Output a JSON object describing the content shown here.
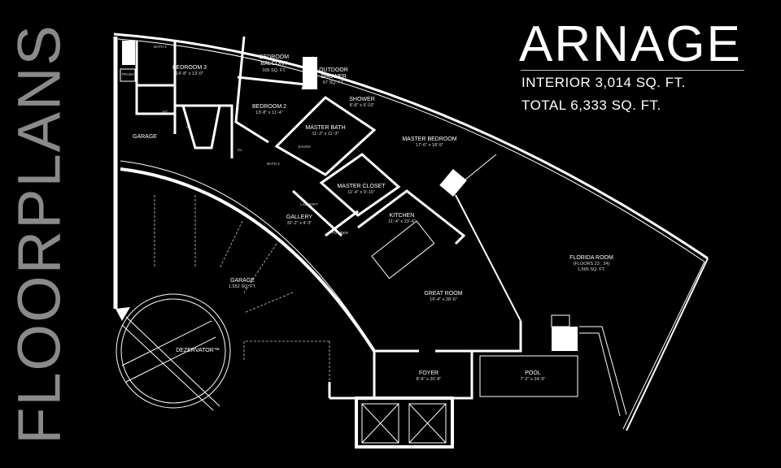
{
  "side_title": "FLOORPLANS",
  "header": {
    "title": "ARNAGE",
    "interior": "INTERIOR 3,014 SQ. FT.",
    "total": "TOTAL 6,333 SQ. FT."
  },
  "rooms": {
    "bath3": "BATH 3",
    "trash": "TRASH",
    "bedroom3": {
      "name": "BEDROOM 3",
      "dim": "14'-8\" x 13'-0\""
    },
    "bedroom_balcony": {
      "name1": "BEDROOM",
      "name2": "BALCONY",
      "area": "105 SQ. FT."
    },
    "outdoor_shower": {
      "name1": "OUTDOOR",
      "name2": "SHOWER",
      "area": "67 SQ. FT."
    },
    "shower": {
      "name": "SHOWER",
      "dim": "8'-8\" x 9'-10\""
    },
    "bedroom2": {
      "name": "BEDROOM 2",
      "dim": "13'-8\" x 11'-4\""
    },
    "master_bath": {
      "name": "MASTER BATH",
      "dim": "11'-2\" x 11'-3\""
    },
    "master_bedroom": {
      "name": "MASTER BEDROOM",
      "dim": "17'-6\" x 18'-9\""
    },
    "ac": "A/C",
    "cl1": "CL",
    "cl2": "CL",
    "garage_small": "GARAGE",
    "sauna": "SAUNA",
    "bath2": "BATH 2",
    "master_closet": {
      "name": "MASTER CLOSET",
      "dim": "11'-4\" x 9'-10\""
    },
    "laundry": "LAUNDRY",
    "gallery": {
      "name": "GALLERY",
      "dim": "32'-2\" x 4'-3\""
    },
    "kitchen": {
      "name": "KITCHEN",
      "dim": "11'-4\" x 23'-4\""
    },
    "powder": "POWDER",
    "great_room": {
      "name": "GREAT ROOM",
      "dim": "19'-4\" x 28'-6\""
    },
    "florida_room": {
      "name": "FLORIDA ROOM",
      "floors": "(FLOORS 23 , 24)",
      "area": "1,595 SQ. FT."
    },
    "garage": {
      "name": "GARAGE",
      "area": "1,552 SQ. FT."
    },
    "dezervator": "DEZERVATOR™",
    "foyer": {
      "name": "FOYER",
      "dim": "8'-4\" x 20'-8\""
    },
    "pool": {
      "name": "POOL",
      "dim": "7'-2\" x 24'-9\""
    }
  }
}
